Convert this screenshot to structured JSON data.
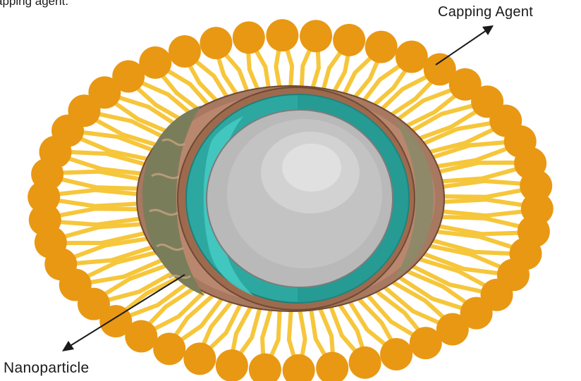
{
  "caption_fragment": "apping agent.",
  "labels": {
    "capping_agent": "Capping Agent",
    "nanoparticle": "Nanoparticle"
  },
  "colors": {
    "ligand_head": "#E99813",
    "ligand_tail": "#F6C63B",
    "outer_shell": "#A87860",
    "shell_pattern": "#6D7A55",
    "teal_layer": "#2DA8A0",
    "teal_light": "#46CBC5",
    "core_gray": "#B9B9B9",
    "core_highlight": "#DADADA",
    "arrow": "#1a1a1a"
  }
}
